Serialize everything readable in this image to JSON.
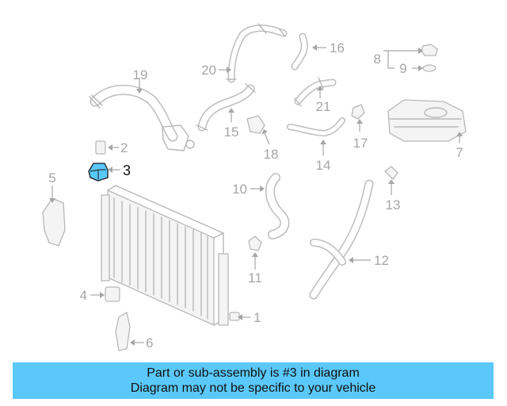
{
  "diagram": {
    "highlight_color": "#5ac8fa",
    "callouts": {
      "c1": "1",
      "c2": "2",
      "c3": "3",
      "c4": "4",
      "c5": "5",
      "c6": "6",
      "c7": "7",
      "c8": "8",
      "c9": "9",
      "c10": "10",
      "c11": "11",
      "c12": "12",
      "c13": "13",
      "c14": "14",
      "c15": "15",
      "c16": "16",
      "c17": "17",
      "c18": "18",
      "c19": "19",
      "c20": "20",
      "c21": "21"
    }
  },
  "banner": {
    "line1": "Part or sub-assembly is #3 in diagram",
    "line2": "Diagram may not be specific to your vehicle",
    "background": "#5ac8fa"
  }
}
